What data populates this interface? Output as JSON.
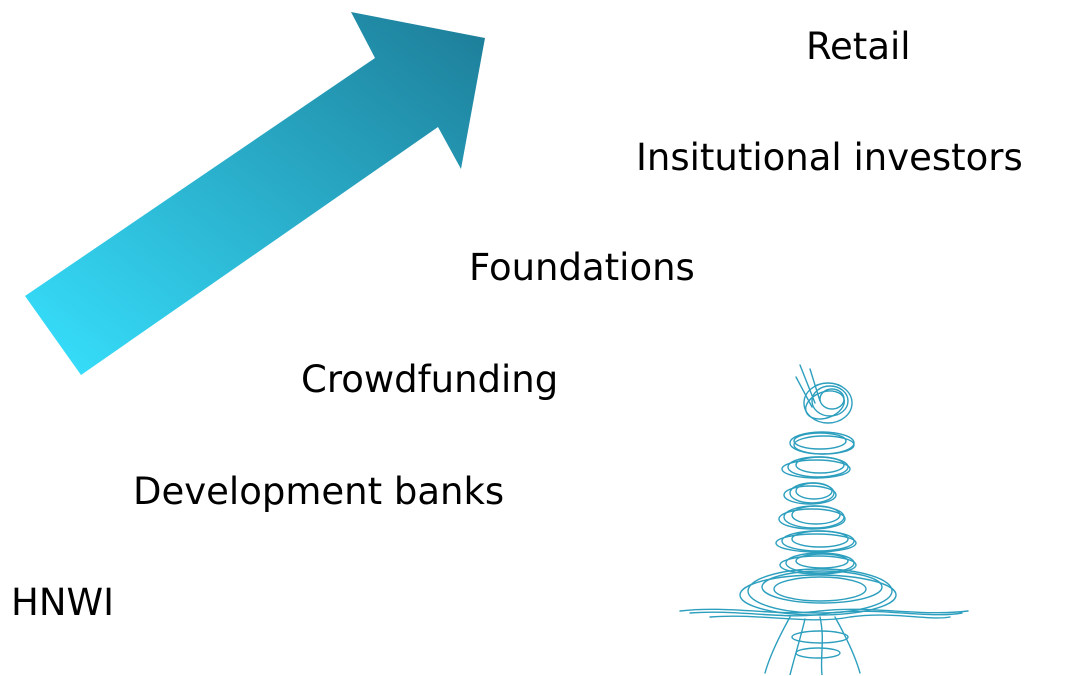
{
  "diagram": {
    "steps": [
      {
        "id": "retail",
        "label": "Retail"
      },
      {
        "id": "institutional",
        "label": "Insitutional investors"
      },
      {
        "id": "foundations",
        "label": "Foundations"
      },
      {
        "id": "crowdfunding",
        "label": "Crowdfunding"
      },
      {
        "id": "development-banks",
        "label": "Development banks"
      },
      {
        "id": "hnwi",
        "label": "HNWI"
      }
    ]
  },
  "colors": {
    "arrow_start": "#37e2ff",
    "arrow_end": "#1d7c97",
    "stones": "#1795b8",
    "text": "#000000"
  },
  "icons": {
    "arrow": "upward-arrow-icon",
    "stones": "stacked-stones-sketch-icon"
  }
}
